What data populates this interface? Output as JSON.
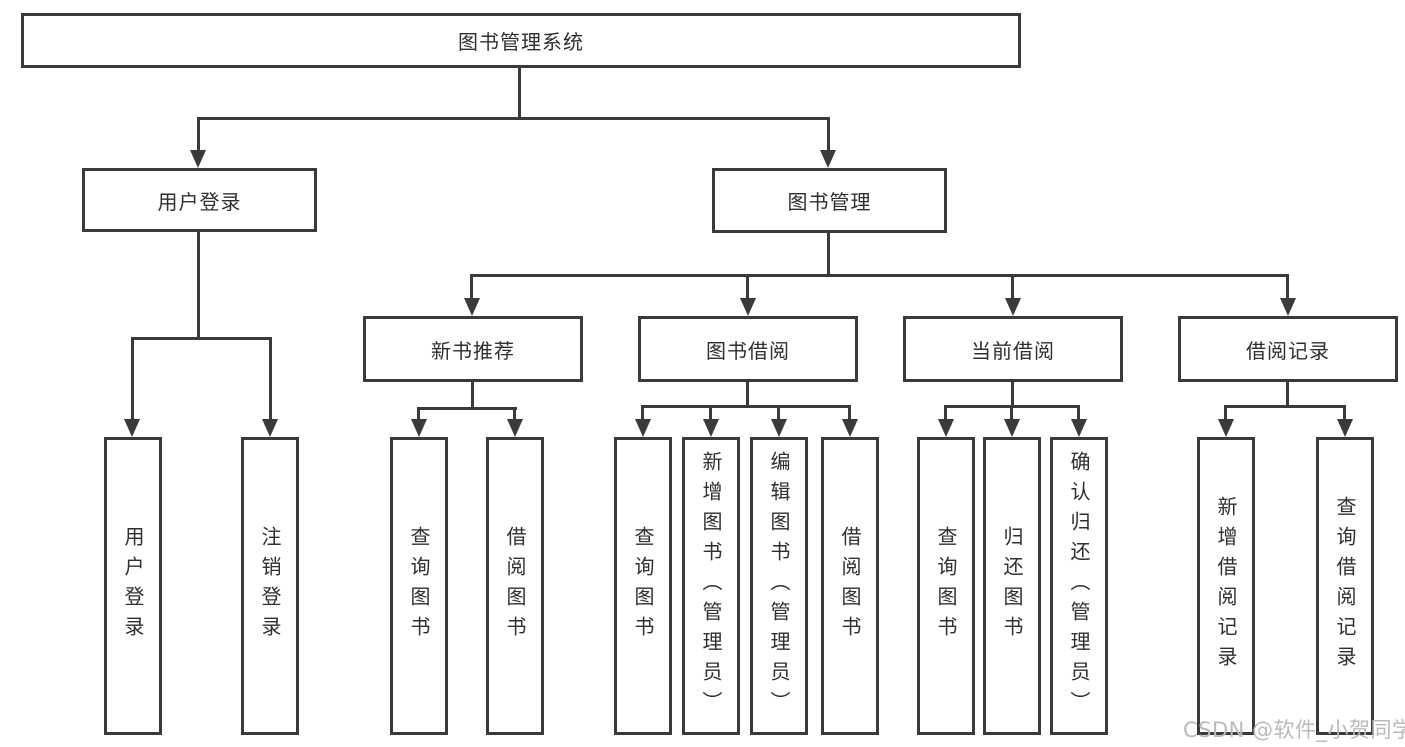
{
  "colors": {
    "line": "#3a3a3c",
    "text": "#2f2f31",
    "box_bg": "#ffffff",
    "watermark": "#b9babc"
  },
  "watermark": {
    "text": "CSDN @软件_小贺同学"
  },
  "tree": {
    "label": "图书管理系统",
    "children": [
      {
        "label": "用户登录",
        "children": [
          {
            "label": "用户登录"
          },
          {
            "label": "注销登录"
          }
        ]
      },
      {
        "label": "图书管理",
        "children": [
          {
            "label": "新书推荐",
            "children": [
              {
                "label": "查询图书"
              },
              {
                "label": "借阅图书"
              }
            ]
          },
          {
            "label": "图书借阅",
            "children": [
              {
                "label": "查询图书"
              },
              {
                "label": "新增图书（管理员）"
              },
              {
                "label": "编辑图书（管理员）"
              },
              {
                "label": "借阅图书"
              }
            ]
          },
          {
            "label": "当前借阅",
            "children": [
              {
                "label": "查询图书"
              },
              {
                "label": "归还图书"
              },
              {
                "label": "确认归还（管理员）"
              }
            ]
          },
          {
            "label": "借阅记录",
            "children": [
              {
                "label": "新增借阅记录"
              },
              {
                "label": "查询借阅记录"
              }
            ]
          }
        ]
      }
    ]
  }
}
